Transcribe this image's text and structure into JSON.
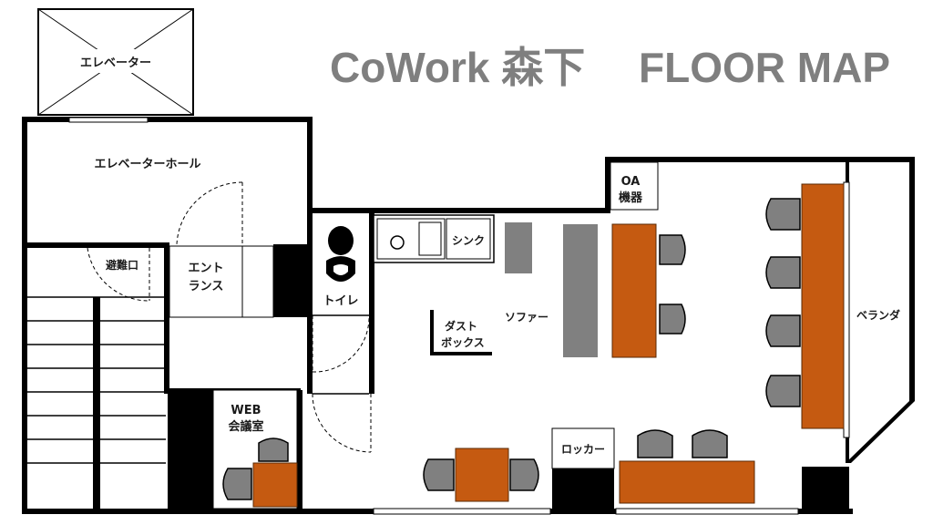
{
  "title": "CoWork 森下　 FLOOR MAP",
  "colors": {
    "wall": "#000000",
    "desk": "#c55a11",
    "chair": "#808080",
    "furniture_gray": "#808080",
    "title": "#7f7f7f"
  },
  "labels": {
    "elevator": "エレベーター",
    "elevator_hall": "エレベーターホール",
    "evacuation_exit": "避難口",
    "entrance_line1": "エント",
    "entrance_line2": "ランス",
    "toilet": "トイレ",
    "sink": "シンク",
    "dust_box_line1": "ダスト",
    "dust_box_line2": "ボックス",
    "sofa": "ソファー",
    "oa_line1": "OA",
    "oa_line2": "機器",
    "veranda": "ベランダ",
    "web_room_line1": "WEB",
    "web_room_line2": "会議室",
    "locker": "ロッカー"
  },
  "icons": [
    "toilet-icon",
    "sink-icon",
    "chair-icon"
  ]
}
